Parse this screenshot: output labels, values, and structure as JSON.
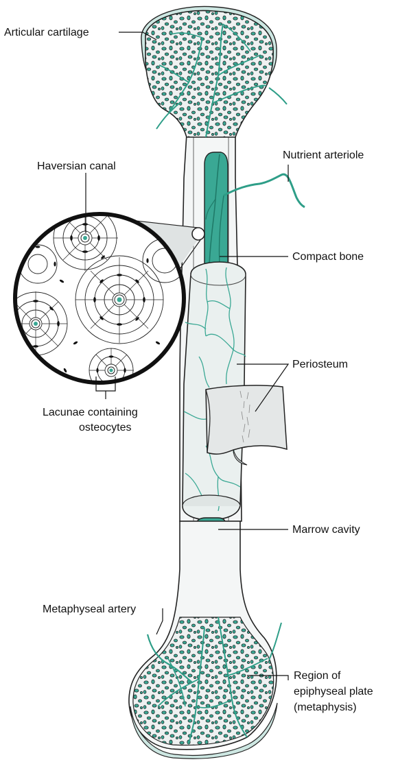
{
  "labels": {
    "articular_cartilage": "Articular cartilage",
    "nutrient_arteriole": "Nutrient arteriole",
    "haversian_canal": "Haversian canal",
    "compact_bone": "Compact bone",
    "periosteum": "Periosteum",
    "lacunae_line1": "Lacunae containing",
    "lacunae_line2": "osteocytes",
    "marrow_cavity": "Marrow cavity",
    "metaphyseal_artery": "Metaphyseal artery",
    "epiphyseal_line1": "Region of",
    "epiphyseal_line2": "epiphyseal plate",
    "epiphyseal_line3": "(metaphysis)"
  },
  "colors": {
    "teal": "#3aa894",
    "teal_light": "#7fd0c0",
    "bone_fill": "#eef1f1",
    "shaft_fill": "#f4f6f6",
    "periosteum_fill": "#e9eeee",
    "outline": "#222222"
  }
}
